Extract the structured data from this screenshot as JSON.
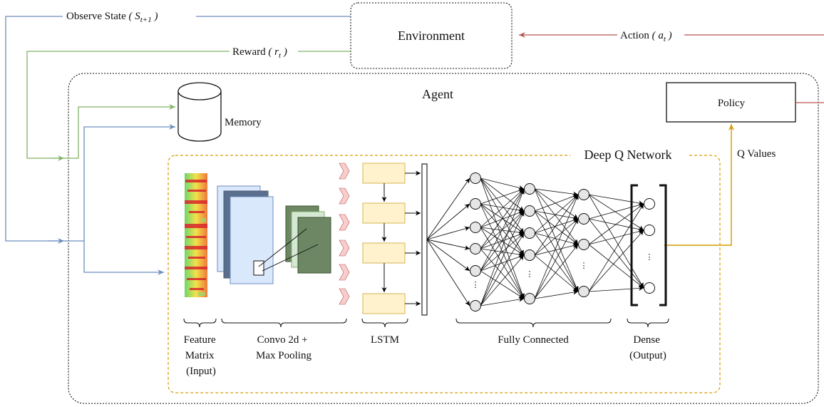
{
  "environment": {
    "label": "Environment"
  },
  "agent": {
    "label": "Agent"
  },
  "policy": {
    "label": "Policy"
  },
  "memory": {
    "label": "Memory"
  },
  "dqn": {
    "label": "Deep Q Network"
  },
  "signals": {
    "observe_state": {
      "text": "Observe State",
      "open": "( ",
      "symbol": "S",
      "sub": "t+1",
      "close": " )"
    },
    "reward": {
      "text": "Reward",
      "open": "( ",
      "symbol": "r",
      "sub": "t",
      "close": " )"
    },
    "action": {
      "text": "Action",
      "open": "( ",
      "symbol": "a",
      "sub": "t",
      "close": " )"
    },
    "q_values": "Q Values"
  },
  "stages": {
    "feature": [
      "Feature",
      "Matrix",
      "(Input)"
    ],
    "convo": [
      "Convo 2d +",
      "Max Pooling"
    ],
    "lstm": [
      "LSTM"
    ],
    "fully_connected": [
      "Fully Connected"
    ],
    "dense": [
      "Dense",
      "(Output)"
    ]
  },
  "colors": {
    "observe": "#6c8ebf",
    "reward": "#82b366",
    "action": "#b85450",
    "q_values": "#d79b00",
    "lstm_fill": "#fff2cc",
    "lstm_stroke": "#d6b656",
    "conv_light": "#dae8fc",
    "conv_dark": "#5a6f8d",
    "pool_green": "#6d8764",
    "chevron": "#f8cecc"
  }
}
